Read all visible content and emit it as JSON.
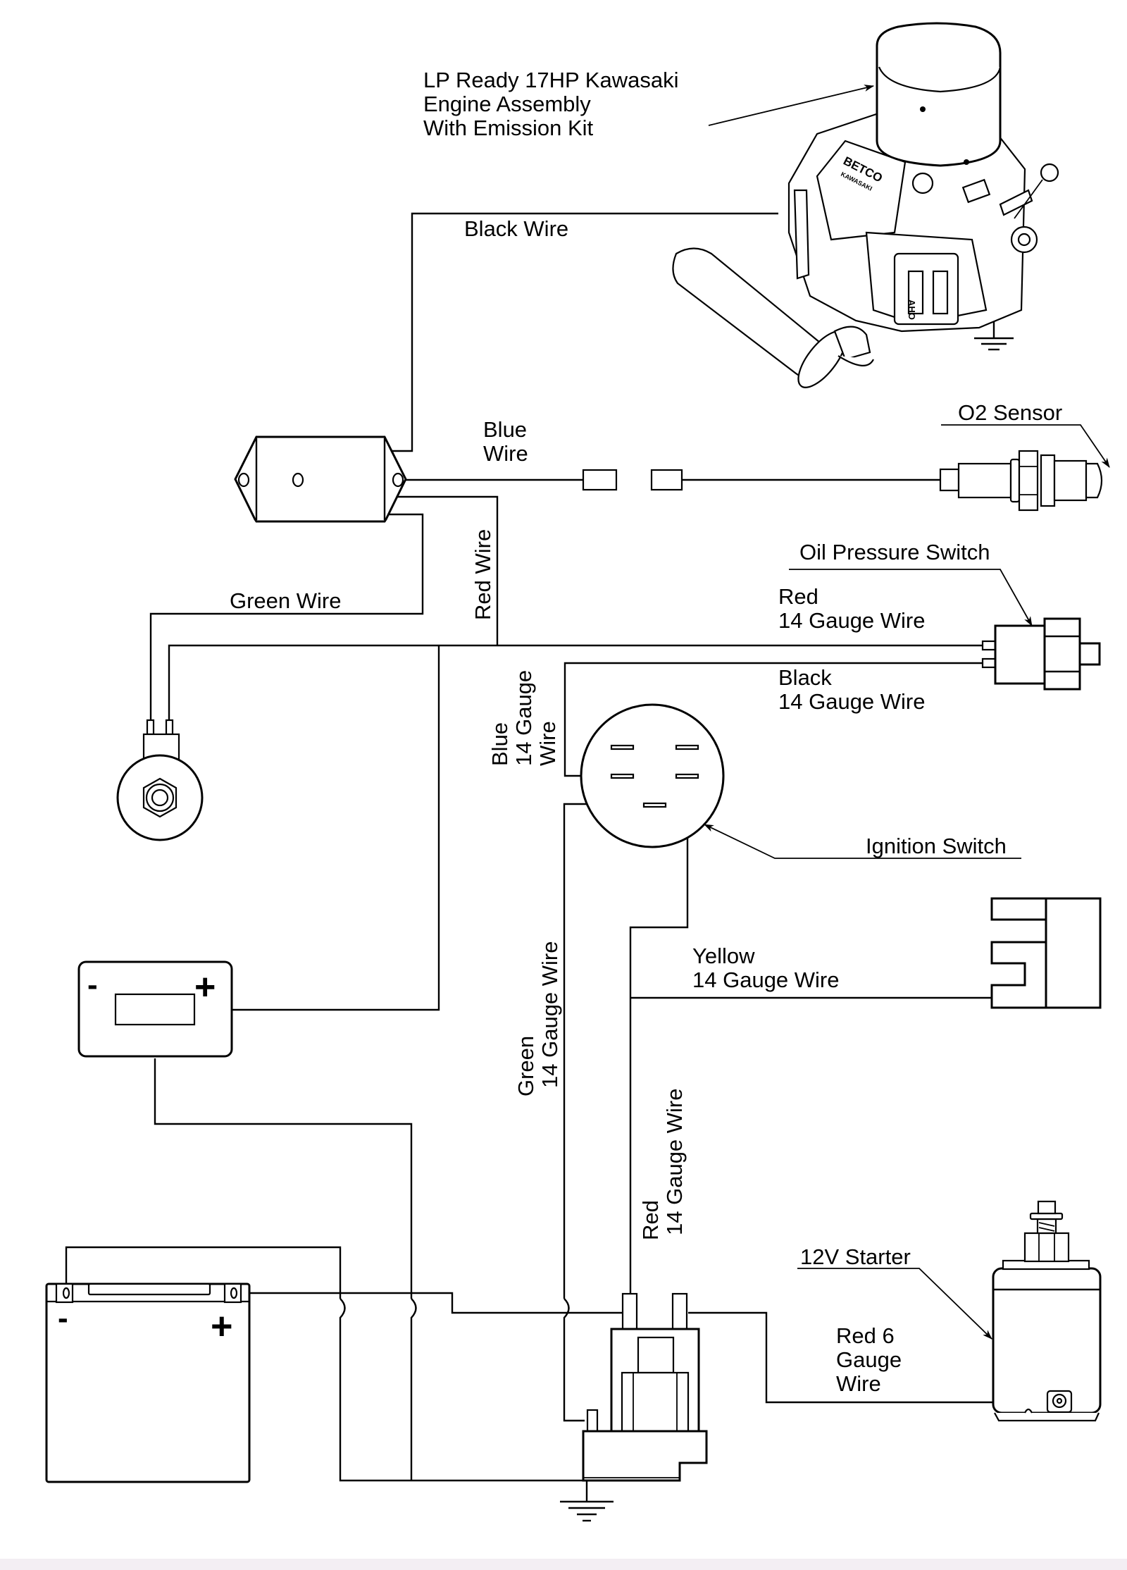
{
  "diagram": {
    "type": "wiring-diagram",
    "components": {
      "engine": {
        "label_lines": [
          "LP Ready 17HP Kawasaki",
          "Engine Assembly",
          "With Emission Kit"
        ],
        "brand_text": "BETCO",
        "sub_brand_text": "KAWASAKI",
        "carb_text": "AHO"
      },
      "o2_sensor": {
        "label": "O2 Sensor"
      },
      "oil_pressure_switch": {
        "label": "Oil Pressure Switch"
      },
      "ignition_switch": {
        "label": "Ignition Switch"
      },
      "starter": {
        "label": "12V Starter"
      },
      "hour_meter": {
        "minus": "-",
        "plus": "+"
      },
      "battery": {
        "minus": "-",
        "plus": "+"
      }
    },
    "wires": {
      "black_wire": "Black Wire",
      "blue_wire": [
        "Blue",
        "Wire"
      ],
      "red_wire": "Red Wire",
      "green_wire": "Green Wire",
      "ops_red": [
        "Red",
        "14 Gauge Wire"
      ],
      "ops_black": [
        "Black",
        "14 Gauge Wire"
      ],
      "blue_14": [
        "Blue",
        "14 Gauge",
        "Wire"
      ],
      "yellow_14": [
        "Yellow",
        "14 Gauge Wire"
      ],
      "green_14": [
        "Green",
        "14 Gauge Wire"
      ],
      "red_14": [
        "Red",
        "14 Gauge Wire"
      ],
      "red_6": [
        "Red 6",
        "Gauge",
        "Wire"
      ]
    }
  }
}
